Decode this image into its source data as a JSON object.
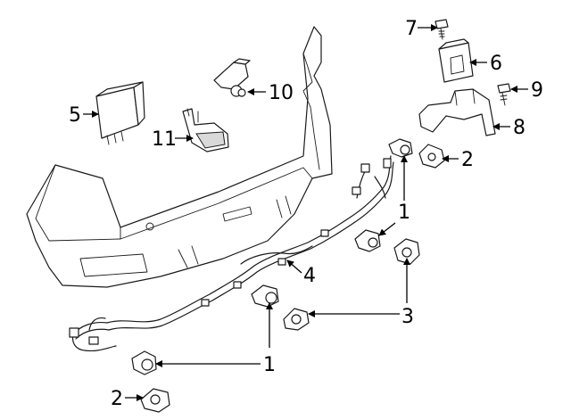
{
  "callouts": {
    "c1a": "1",
    "c1b": "1",
    "c2a": "2",
    "c2b": "2",
    "c3": "3",
    "c4": "4",
    "c5": "5",
    "c6": "6",
    "c7": "7",
    "c8": "8",
    "c9": "9",
    "c10": "10",
    "c11": "11"
  }
}
